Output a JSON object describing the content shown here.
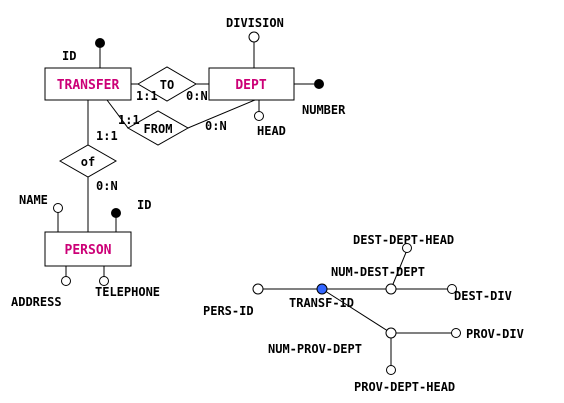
{
  "colors": {
    "entity_text": "#cc0077",
    "selected_node": "#3366ff",
    "line": "#000000"
  },
  "entities": {
    "transfer": "TRANSFER",
    "dept": "DEPT",
    "person": "PERSON"
  },
  "relationships": {
    "to": "TO",
    "from": "FROM",
    "of": "of"
  },
  "attributes": {
    "transfer_id": "ID",
    "division": "DIVISION",
    "number": "NUMBER",
    "head": "HEAD",
    "person_name": "NAME",
    "person_id": "ID",
    "address": "ADDRESS",
    "telephone": "TELEPHONE"
  },
  "cardinalities": {
    "to_transfer": "1:1",
    "to_dept": "0:N",
    "from_transfer": "1:1",
    "from_dept": "0:N",
    "of_transfer": "1:1",
    "of_person": "0:N"
  },
  "tree": {
    "pers_id": "PERS-ID",
    "transf_id": "TRANSF-ID",
    "num_dest_dept": "NUM-DEST-DEPT",
    "dest_dept_head": "DEST-DEPT-HEAD",
    "dest_div": "DEST-DIV",
    "num_prov_dept": "NUM-PROV-DEPT",
    "prov_div": "PROV-DIV",
    "prov_dept_head": "PROV-DEPT-HEAD"
  }
}
